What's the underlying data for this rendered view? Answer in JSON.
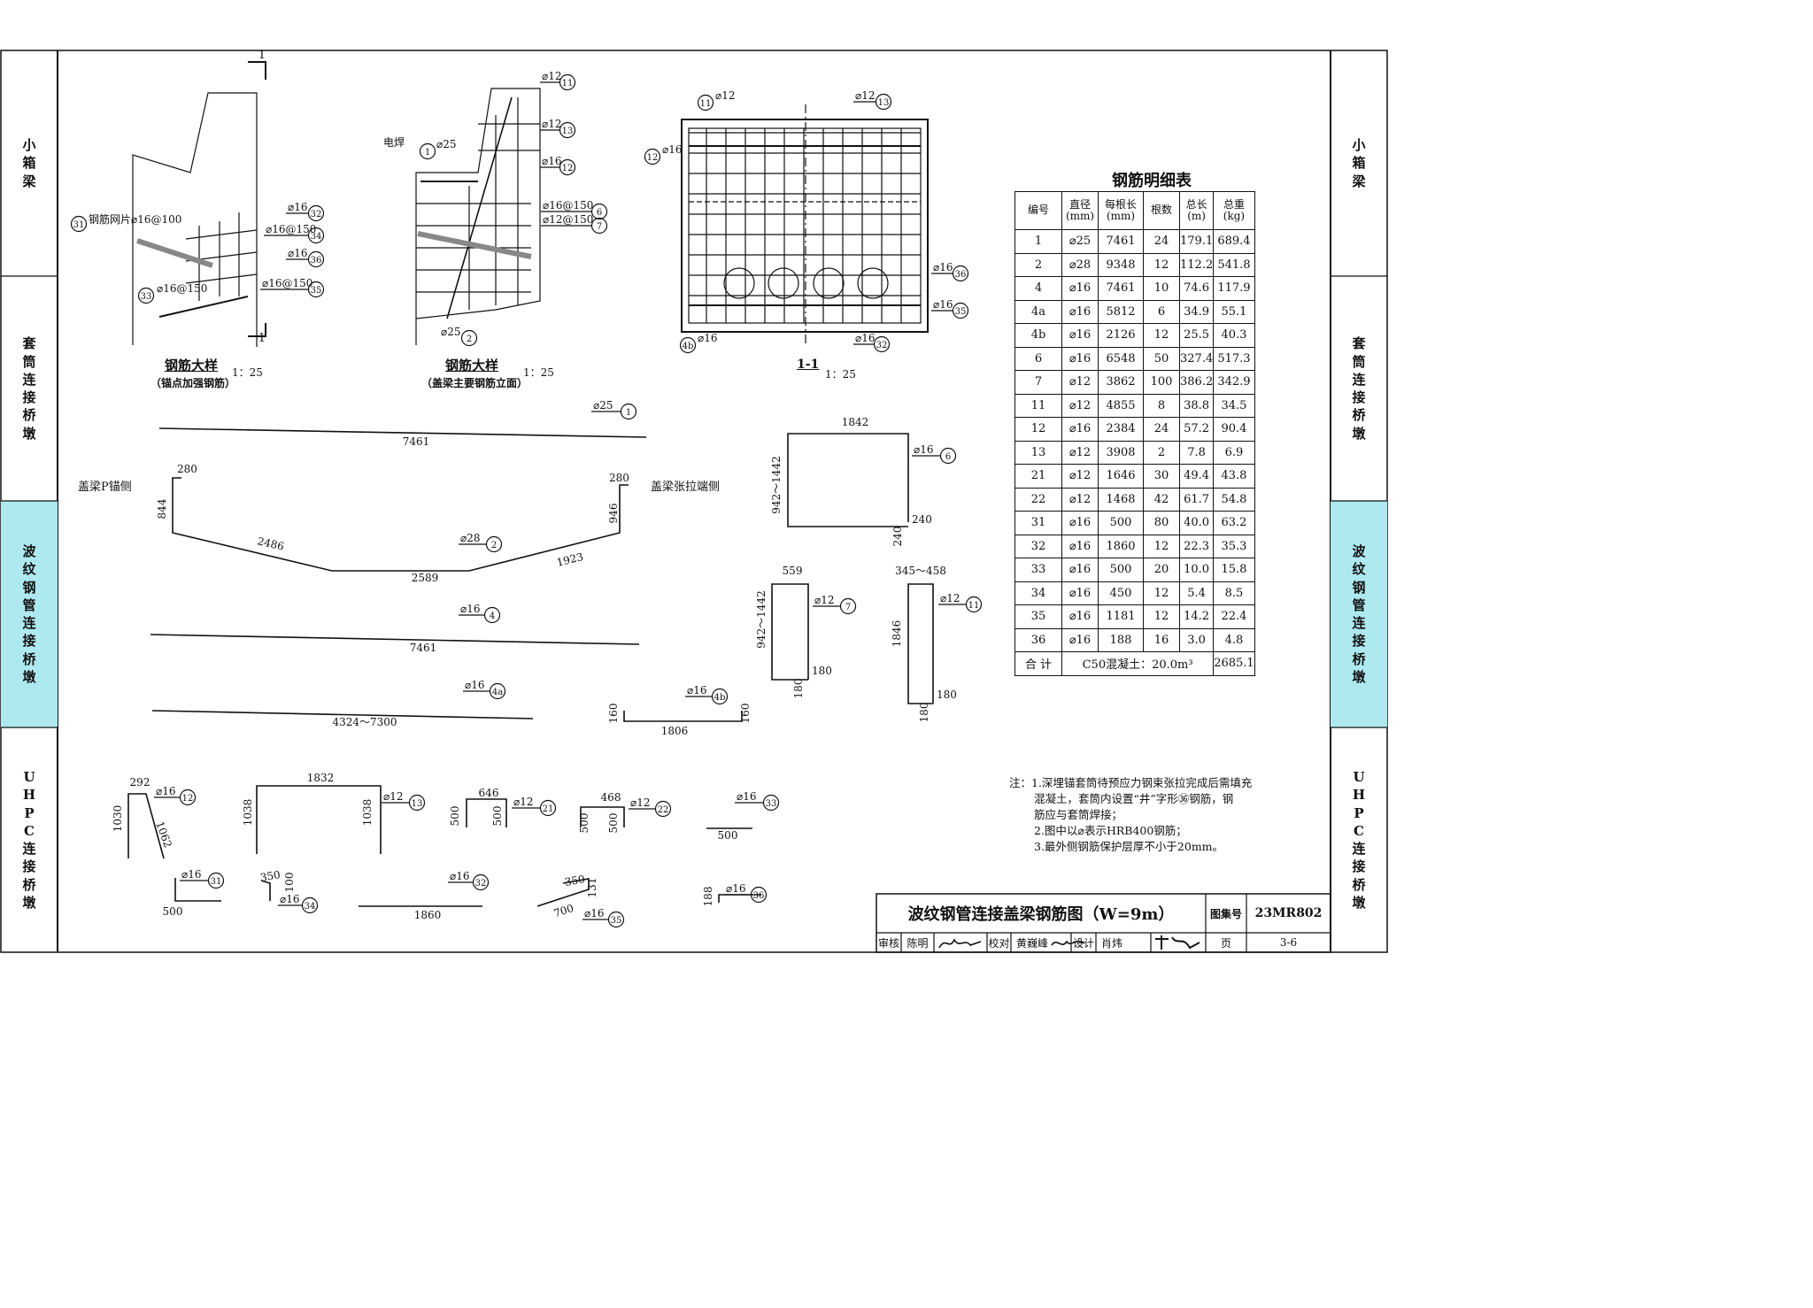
{
  "side_tabs": {
    "left": [
      {
        "label": "小箱梁",
        "active": false
      },
      {
        "label": "套筒连接桥墩",
        "active": false
      },
      {
        "label": "波纹钢管连接桥墩",
        "active": true
      },
      {
        "label": "UHPC连接桥墩",
        "active": false
      }
    ],
    "right": [
      {
        "label": "小箱梁",
        "active": false
      },
      {
        "label": "套筒连接桥墩",
        "active": false
      },
      {
        "label": "波纹钢管连接桥墩",
        "active": true
      },
      {
        "label": "UHPC连接桥墩",
        "active": false
      }
    ],
    "active_color": "#aee9f0"
  },
  "details": {
    "detail1": {
      "title": "钢筋大样",
      "subtitle": "（锚点加强钢筋）",
      "scale": "1：25",
      "section_mark": "1",
      "labels": [
        "钢筋网片⌀16@100",
        "⌀16",
        "⌀16@150",
        "⌀16",
        "⌀16@150",
        "⌀16@150"
      ],
      "numbers": [
        "31",
        "32",
        "34",
        "36",
        "35",
        "33"
      ]
    },
    "detail2": {
      "title": "钢筋大样",
      "subtitle": "（盖梁主要钢筋立面）",
      "scale": "1：25",
      "weld_label": "电焊",
      "labels": [
        "⌀25",
        "⌀12",
        "⌀12",
        "⌀16",
        "⌀16@150",
        "⌀12@150",
        "⌀25"
      ],
      "numbers": [
        "1",
        "11",
        "13",
        "12",
        "6",
        "7",
        "2"
      ]
    },
    "section": {
      "title": "1-1",
      "scale": "1：25",
      "labels": [
        "⌀12",
        "⌀12",
        "⌀16",
        "⌀16",
        "⌀16",
        "⌀16",
        "⌀16"
      ],
      "numbers": [
        "11",
        "13",
        "12",
        "36",
        "35",
        "4b",
        "32"
      ]
    }
  },
  "bars": {
    "b1": {
      "dia": "⌀25",
      "num": "1",
      "len": "7461"
    },
    "b2": {
      "dia": "⌀28",
      "num": "2",
      "left_label": "盖梁P锚侧",
      "right_label": "盖梁张拉端侧",
      "dims": [
        "280",
        "844",
        "2486",
        "2589",
        "1923",
        "946",
        "280"
      ]
    },
    "b4": {
      "dia": "⌀16",
      "num": "4",
      "len": "7461"
    },
    "b4a": {
      "dia": "⌀16",
      "num": "4a",
      "len": "4324～7300"
    },
    "b4b": {
      "dia": "⌀16",
      "num": "4b",
      "len": "1806",
      "h1": "160",
      "h2": "160"
    },
    "b6": {
      "dia": "⌀16",
      "num": "6",
      "w": "1842",
      "h": "942～1442",
      "hook1": "240",
      "hook2": "240"
    },
    "b7": {
      "dia": "⌀12",
      "num": "7",
      "w": "559",
      "h": "942～1442",
      "hook1": "180",
      "hook2": "180"
    },
    "b11": {
      "dia": "⌀12",
      "num": "11",
      "w": "345～458",
      "h": "1846",
      "hook1": "180",
      "hook2": "180"
    },
    "b12": {
      "dia": "⌀16",
      "num": "12",
      "top": "292",
      "h": "1030",
      "slant": "1062"
    },
    "b13": {
      "dia": "⌀12",
      "num": "13",
      "w": "1832",
      "h1": "1038",
      "h2": "1038"
    },
    "b21": {
      "dia": "⌀12",
      "num": "21",
      "w": "646",
      "h1": "500",
      "h2": "500"
    },
    "b22": {
      "dia": "⌀12",
      "num": "22",
      "w": "468",
      "h1": "500",
      "h2": "500"
    },
    "b33": {
      "dia": "⌀16",
      "num": "33",
      "len": "500"
    },
    "b31": {
      "dia": "⌀16",
      "num": "31",
      "len": "500"
    },
    "b34": {
      "dia": "⌀16",
      "num": "34",
      "a": "350",
      "b": "100"
    },
    "b32": {
      "dia": "⌀16",
      "num": "32",
      "len": "1860"
    },
    "b35": {
      "dia": "⌀16",
      "num": "35",
      "a": "350",
      "b": "131",
      "c": "700"
    },
    "b36": {
      "dia": "⌀16",
      "num": "36",
      "len": "188"
    }
  },
  "rebar_table": {
    "title": "钢筋明细表",
    "headers": [
      "编号",
      "直径\n(mm)",
      "每根长\n(mm)",
      "根数",
      "总长\n(m)",
      "总重\n(kg)"
    ],
    "rows": [
      [
        "1",
        "⌀25",
        "7461",
        "24",
        "179.1",
        "689.4"
      ],
      [
        "2",
        "⌀28",
        "9348",
        "12",
        "112.2",
        "541.8"
      ],
      [
        "4",
        "⌀16",
        "7461",
        "10",
        "74.6",
        "117.9"
      ],
      [
        "4a",
        "⌀16",
        "5812",
        "6",
        "34.9",
        "55.1"
      ],
      [
        "4b",
        "⌀16",
        "2126",
        "12",
        "25.5",
        "40.3"
      ],
      [
        "6",
        "⌀16",
        "6548",
        "50",
        "327.4",
        "517.3"
      ],
      [
        "7",
        "⌀12",
        "3862",
        "100",
        "386.2",
        "342.9"
      ],
      [
        "11",
        "⌀12",
        "4855",
        "8",
        "38.8",
        "34.5"
      ],
      [
        "12",
        "⌀16",
        "2384",
        "24",
        "57.2",
        "90.4"
      ],
      [
        "13",
        "⌀12",
        "3908",
        "2",
        "7.8",
        "6.9"
      ],
      [
        "21",
        "⌀12",
        "1646",
        "30",
        "49.4",
        "43.8"
      ],
      [
        "22",
        "⌀12",
        "1468",
        "42",
        "61.7",
        "54.8"
      ],
      [
        "31",
        "⌀16",
        "500",
        "80",
        "40.0",
        "63.2"
      ],
      [
        "32",
        "⌀16",
        "1860",
        "12",
        "22.3",
        "35.3"
      ],
      [
        "33",
        "⌀16",
        "500",
        "20",
        "10.0",
        "15.8"
      ],
      [
        "34",
        "⌀16",
        "450",
        "12",
        "5.4",
        "8.5"
      ],
      [
        "35",
        "⌀16",
        "1181",
        "12",
        "14.2",
        "22.4"
      ],
      [
        "36",
        "⌀16",
        "188",
        "16",
        "3.0",
        "4.8"
      ]
    ],
    "total_label": "合 计",
    "concrete": "C50混凝土：20.0m³",
    "total_weight": "2685.1"
  },
  "notes": {
    "lines": [
      "注：1.深埋锚套筒待预应力钢束张拉完成后需填充",
      "混凝土，套筒内设置“井”字形㊱钢筋，钢",
      "筋应与套筒焊接；",
      "2.图中以⌀表示HRB400钢筋；",
      "3.最外侧钢筋保护层厚不小于20mm。"
    ]
  },
  "title_block": {
    "title": "波纹钢管连接盖梁钢筋图（W=9m）",
    "atlas_label": "图集号",
    "atlas_no": "23MR802",
    "review_label": "审核",
    "reviewer": "陈明",
    "check_label": "校对",
    "checker": "黄巍峰",
    "design_label": "设计",
    "designer": "肖炜",
    "page_label": "页",
    "page_no": "3-6"
  }
}
